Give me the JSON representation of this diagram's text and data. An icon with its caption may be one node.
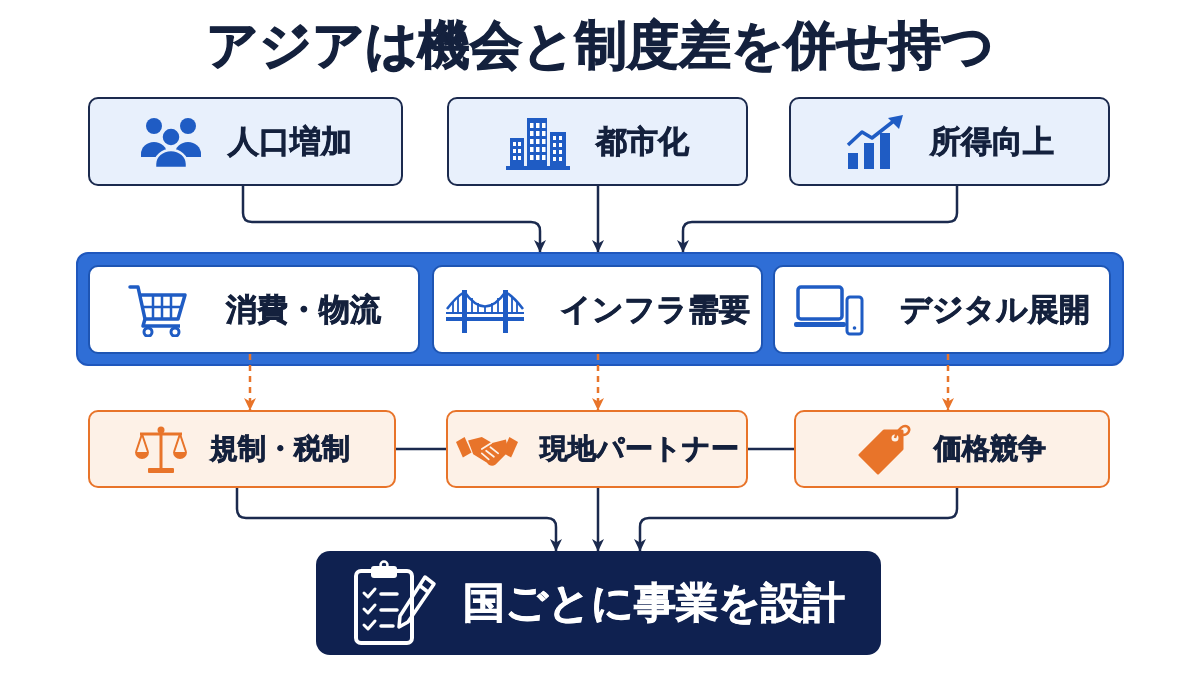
{
  "diagram": {
    "title": "アジアは機会と制度差を併せ持つ",
    "nodes": [
      {
        "text": [
          "人口増加"
        ]
      },
      {
        "text": [
          "都市化"
        ]
      },
      {
        "text": [
          "所得向上"
        ]
      },
      {
        "text": [],
        "shape": "box"
      },
      {
        "text": [
          "消費・物流"
        ],
        "in": 3
      },
      {
        "text": [
          "インフラ需要"
        ],
        "in": 3
      },
      {
        "text": [
          "デジタル展開"
        ],
        "in": 3
      },
      {
        "text": [
          "規制・税制"
        ]
      },
      {
        "text": [
          "現地パートナー"
        ]
      },
      {
        "text": [
          "価格競争"
        ]
      },
      {
        "text": [
          "国ごとに事業を設計"
        ]
      }
    ],
    "edges": [
      {
        "from": 0,
        "to": 3,
        "arrow": "to"
      },
      {
        "from": 1,
        "to": 3,
        "arrow": "to"
      },
      {
        "from": 2,
        "to": 3,
        "arrow": "to"
      },
      {
        "from": 4,
        "to": 7,
        "arrow": "to",
        "style": "dashed",
        "color": "#e8742a"
      },
      {
        "from": 5,
        "to": 8,
        "arrow": "to",
        "style": "dashed",
        "color": "#e8742a"
      },
      {
        "from": 6,
        "to": 9,
        "arrow": "to",
        "style": "dashed",
        "color": "#e8742a"
      },
      {
        "from": 7,
        "to": 8,
        "arrow": "none"
      },
      {
        "from": 8,
        "to": 9,
        "arrow": "none"
      },
      {
        "from": 7,
        "to": 10,
        "arrow": "to"
      },
      {
        "from": 8,
        "to": 10,
        "arrow": "to"
      },
      {
        "from": 9,
        "to": 10,
        "arrow": "to"
      }
    ]
  }
}
